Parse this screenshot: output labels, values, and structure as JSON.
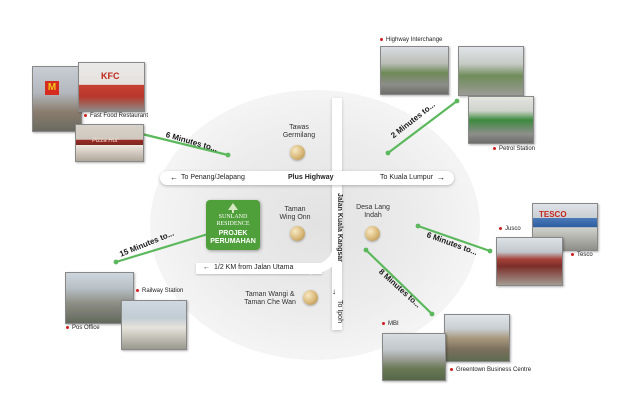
{
  "roads": {
    "highway_name": "Plus Highway",
    "to_penang": "To Penang/Jelapang",
    "to_kl": "To Kuala Lumpur",
    "jalan_kuala_kangsar": "Jalan Kuala Kangsar",
    "to_ipoh": "To Ipoh",
    "half_km": "1/2 KM from Jalan Utama"
  },
  "places": {
    "tawas": [
      "Tawas",
      "Germilang"
    ],
    "wing_onn": [
      "Taman",
      "Wing Onn"
    ],
    "desa_lang": [
      "Desa Lang",
      "Indah"
    ],
    "wangi": [
      "Taman Wangi &",
      "Taman Che Wan"
    ]
  },
  "logo": {
    "brand_top": "SUNLAND",
    "brand_bottom": "RESIDENCE",
    "project_1": "PROJEK",
    "project_2": "PERUMAHAN"
  },
  "minutes": {
    "fast_food": "6 Minutes to...",
    "station": "15 Minutes to...",
    "highway": "2 Minutes to...",
    "tesco": "6 Minutes to...",
    "mbi": "8 Minutes to..."
  },
  "captions": {
    "fast_food_restaurant": "Fast Food Restaurant",
    "railway_station": "Railway Station",
    "pos_office": "Pos Office",
    "highway_interchange": "Highway Interchange",
    "petrol_station": "Petrol Station",
    "jusco": "Jusco",
    "tesco": "Tesco",
    "mbi": "MBI",
    "greentown": "Greentown Business Centre"
  },
  "signs": {
    "mcd": "M",
    "kfc": "KFC",
    "pizza_hut": "Pizza Hut",
    "tesco": "TESCO"
  },
  "colors": {
    "connector_green": "#5cb85c",
    "logo_green": "#4f9f3a",
    "caption_dot": "#cc1f1f"
  }
}
